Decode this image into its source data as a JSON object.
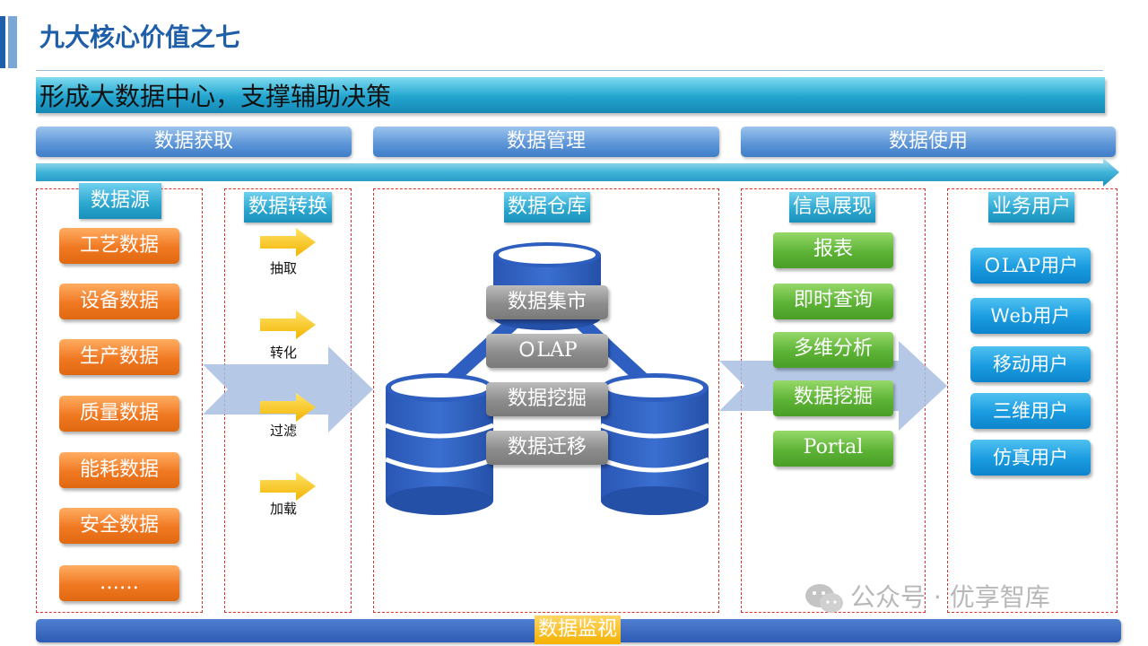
{
  "page_title": "九大核心价值之七",
  "banner": "形成大数据中心，支撑辅助决策",
  "phases": {
    "acquire": "数据获取",
    "manage": "数据管理",
    "use": "数据使用"
  },
  "sections": {
    "source": {
      "header": "数据源",
      "items": [
        "工艺数据",
        "设备数据",
        "生产数据",
        "质量数据",
        "能耗数据",
        "安全数据",
        "……"
      ]
    },
    "etl": {
      "header": "数据转换",
      "steps": [
        "抽取",
        "转化",
        "过滤",
        "加载"
      ]
    },
    "warehouse": {
      "header": "数据仓库",
      "items": [
        "数据集市",
        "ＯLAP",
        "数据挖掘",
        "数据迁移"
      ]
    },
    "display": {
      "header": "信息展现",
      "items": [
        "报表",
        "即时查询",
        "多维分析",
        "数据挖掘",
        "Portal"
      ]
    },
    "users": {
      "header": "业务用户",
      "items": [
        "ＯLAP用户",
        "Ｗeb用户",
        "移动用户",
        "三维用户",
        "仿真用户"
      ]
    }
  },
  "monitor": "数据监视",
  "watermark": "公众号 · 优享智库",
  "colors": {
    "title": "#1f5ea8",
    "banner": "#22a5cf",
    "source_button": "#f07822",
    "display_button": "#5cb335",
    "user_button": "#1a9be0",
    "warehouse_label": "#8c8c8c",
    "dash_border": "#e0332b",
    "cylinder": "#2e5fc0",
    "monitor_bar": "#2e5bb3",
    "monitor_label": "#f5b000"
  }
}
